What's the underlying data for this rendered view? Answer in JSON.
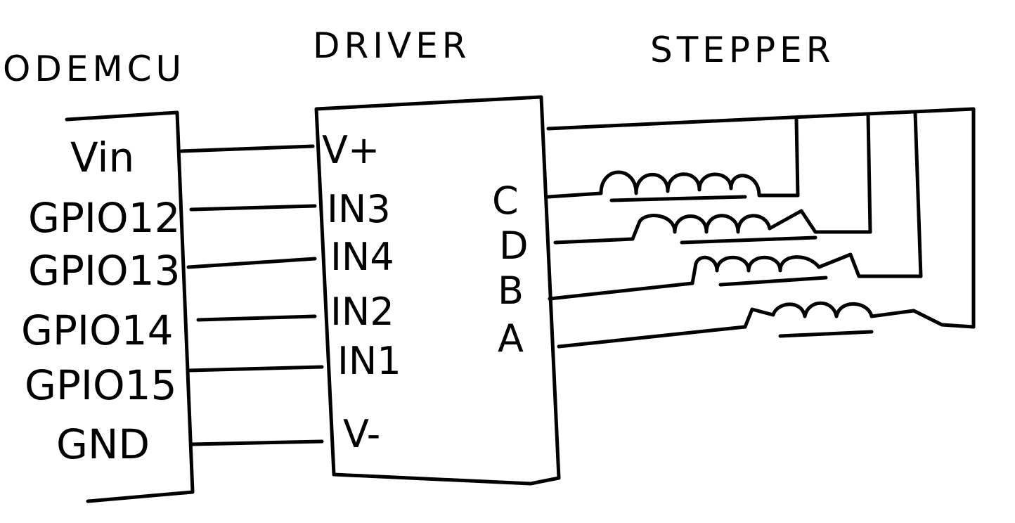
{
  "sections": {
    "mcu_title": "ODEMCU",
    "driver_title": "DRIVER",
    "stepper_title": "STEPPER"
  },
  "mcu_pins": [
    "Vin",
    "GPIO12",
    "GPIO13",
    "GPIO14",
    "GPIO15",
    "GND"
  ],
  "driver_inputs": [
    "V+",
    "IN3",
    "IN4",
    "IN2",
    "IN1",
    "V-"
  ],
  "driver_outputs": [
    "C",
    "D",
    "B",
    "A"
  ],
  "colors": {
    "ink": "#000000",
    "paper": "#ffffff"
  }
}
